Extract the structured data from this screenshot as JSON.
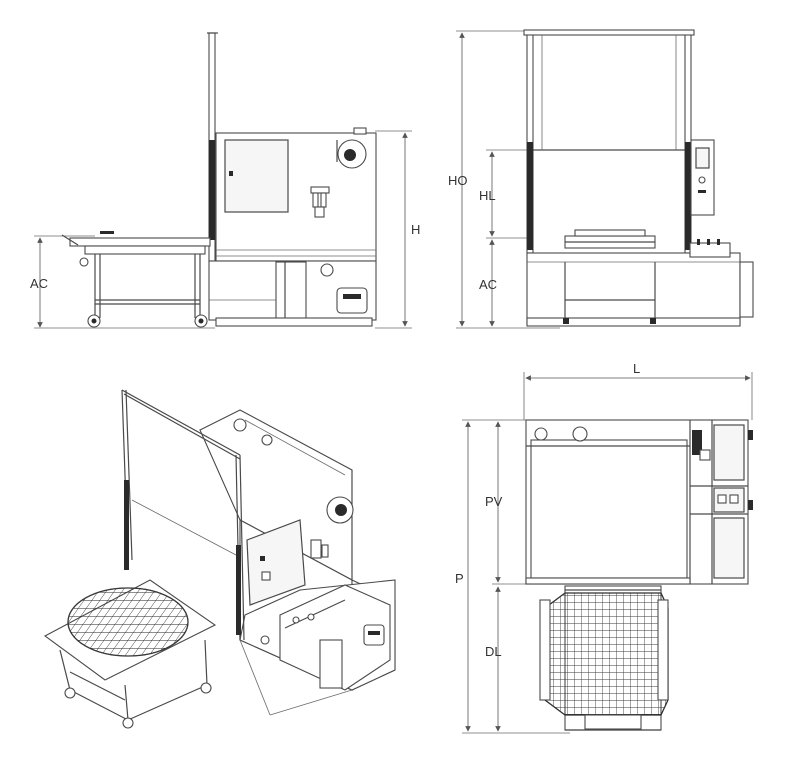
{
  "views": {
    "side": {
      "label_ac": "AC",
      "label_h": "H"
    },
    "front": {
      "label_ho": "HO",
      "label_hl": "HL",
      "label_ac": "AC"
    },
    "isometric": {},
    "top": {
      "label_l": "L",
      "label_p": "P",
      "label_pv": "PV",
      "label_dl": "DL"
    }
  },
  "colors": {
    "line": "#4a4a4a",
    "rail": "#2a2a2a",
    "background": "#ffffff"
  }
}
